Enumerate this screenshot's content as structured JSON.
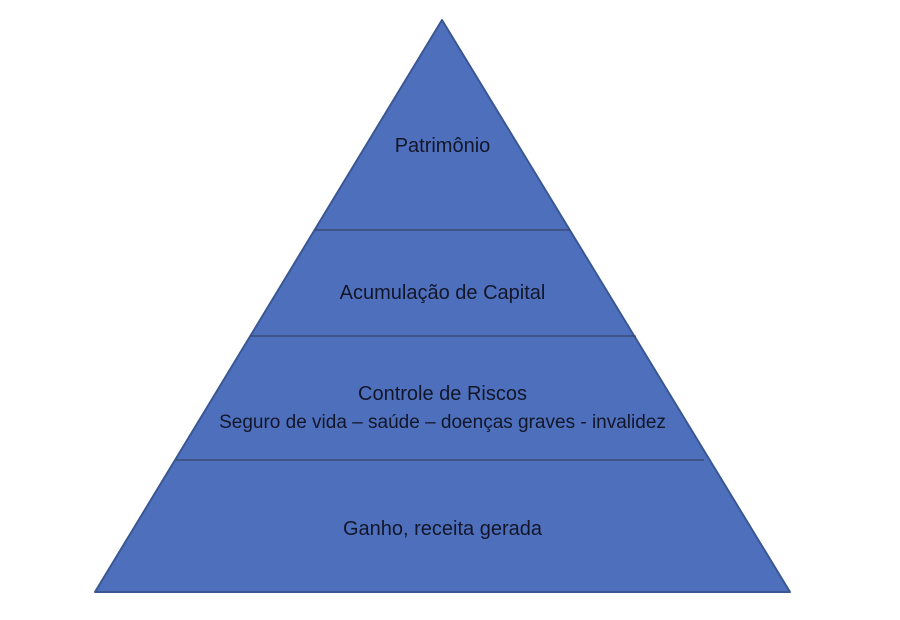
{
  "diagram": {
    "type": "pyramid",
    "levels": [
      {
        "label": "Patrimônio"
      },
      {
        "label": "Acumulação de Capital"
      },
      {
        "label": "Controle de Riscos",
        "sublabel": "Seguro de vida – saúde – doenças graves - invalidez"
      },
      {
        "label": "Ganho, receita gerada"
      }
    ],
    "colors": {
      "fill": "#4E70BC",
      "border": "#3A5795",
      "divider": "#333A52",
      "text": "#13162A",
      "background": "#FFFFFF"
    }
  }
}
